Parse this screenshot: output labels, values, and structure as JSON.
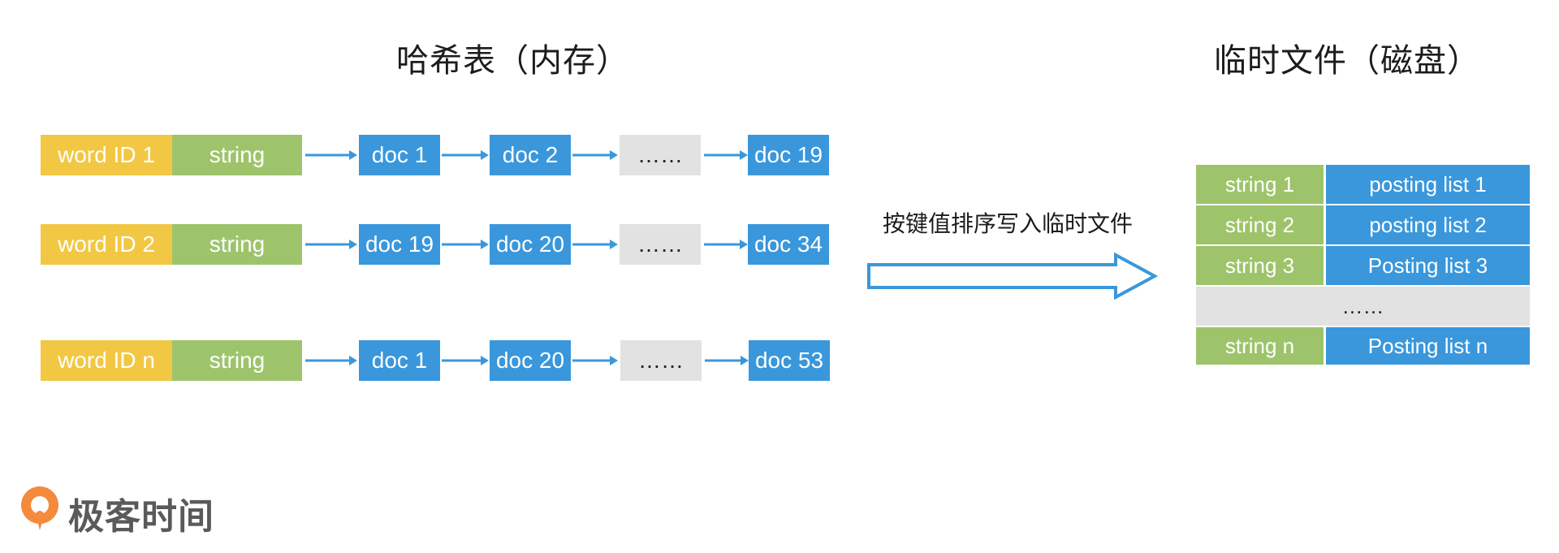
{
  "titles": {
    "left": "哈希表（内存）",
    "right": "临时文件（磁盘）"
  },
  "colors": {
    "word_id": "#f2c744",
    "string": "#9ec46b",
    "doc": "#3a97db",
    "ellipsis": "#e2e2e2",
    "arrow": "#3a97db"
  },
  "rows": [
    {
      "word_id": "word ID 1",
      "string": "string",
      "docs": [
        "doc 1",
        "doc 2",
        "……",
        "doc 19"
      ]
    },
    {
      "word_id": "word ID 2",
      "string": "string",
      "docs": [
        "doc 19",
        "doc 20",
        "……",
        "doc 34"
      ]
    },
    {
      "word_id": "word ID n",
      "string": "string",
      "docs": [
        "doc 1",
        "doc 20",
        "……",
        "doc 53"
      ]
    }
  ],
  "transfer": {
    "label": "按键值排序写入临时文件"
  },
  "file_table": {
    "rows": [
      {
        "key": "string 1",
        "value": "posting list 1"
      },
      {
        "key": "string 2",
        "value": "posting list 2"
      },
      {
        "key": "string 3",
        "value": "Posting list 3"
      },
      {
        "ellipsis": "……"
      },
      {
        "key": "string n",
        "value": "Posting list n"
      }
    ]
  },
  "brand": {
    "logo_text": "极客时间"
  }
}
